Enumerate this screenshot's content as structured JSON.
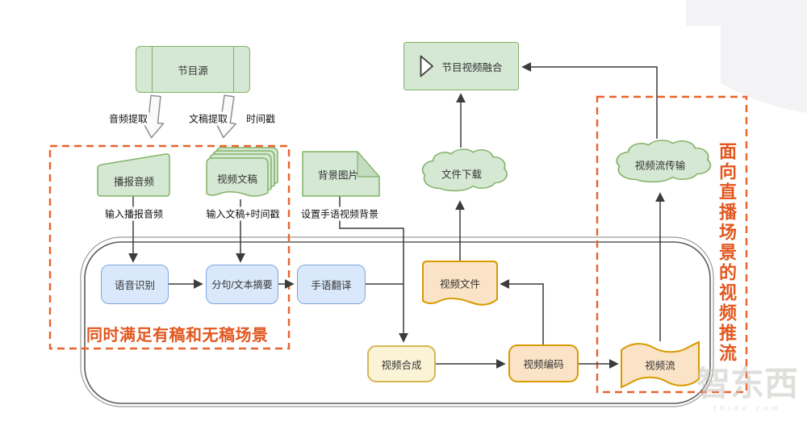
{
  "nodes": {
    "program_source": "节目源",
    "broadcast_audio": "播报音频",
    "video_script": "视频文稿",
    "background_image": "背景图片",
    "speech_recognition": "语音识别",
    "sentence_split_summary": "分句/文本摘要",
    "sign_language_translation": "手语翻译",
    "video_file": "视频文件",
    "video_synthesis": "视频合成",
    "video_encoding": "视频编码",
    "video_stream": "视频流",
    "file_download": "文件下载",
    "video_stream_transmission": "视频流传输",
    "program_video_fusion": "节目视频融合"
  },
  "edges": {
    "audio_extraction": "音频提取",
    "script_extraction": "文稿提取",
    "timestamp": "时间戳",
    "input_broadcast_audio": "输入播报音频",
    "input_script_timestamp": "输入文稿+时间戳",
    "set_sign_video_background": "设置手语视频背景"
  },
  "annotations": {
    "scripted_and_unscripted": "同时满足有稿和无稿场景",
    "live_streaming_vertical": "面向直播场景的视频推流"
  },
  "watermark": {
    "logo": "智东西",
    "domain": "zhidx.com"
  },
  "colors": {
    "green_fill": "#d5e8d4",
    "green_stroke": "#82b366",
    "blue_fill": "#dae8fc",
    "blue_stroke": "#7ea6e0",
    "yellow_fill": "#fbf3d6",
    "yellow_stroke": "#d6b656",
    "orange_fill": "#fae3c6",
    "orange_stroke": "#d79b00",
    "dashed_box": "#e8632d",
    "annotation_text": "#e2571f",
    "connector": "#404040"
  }
}
